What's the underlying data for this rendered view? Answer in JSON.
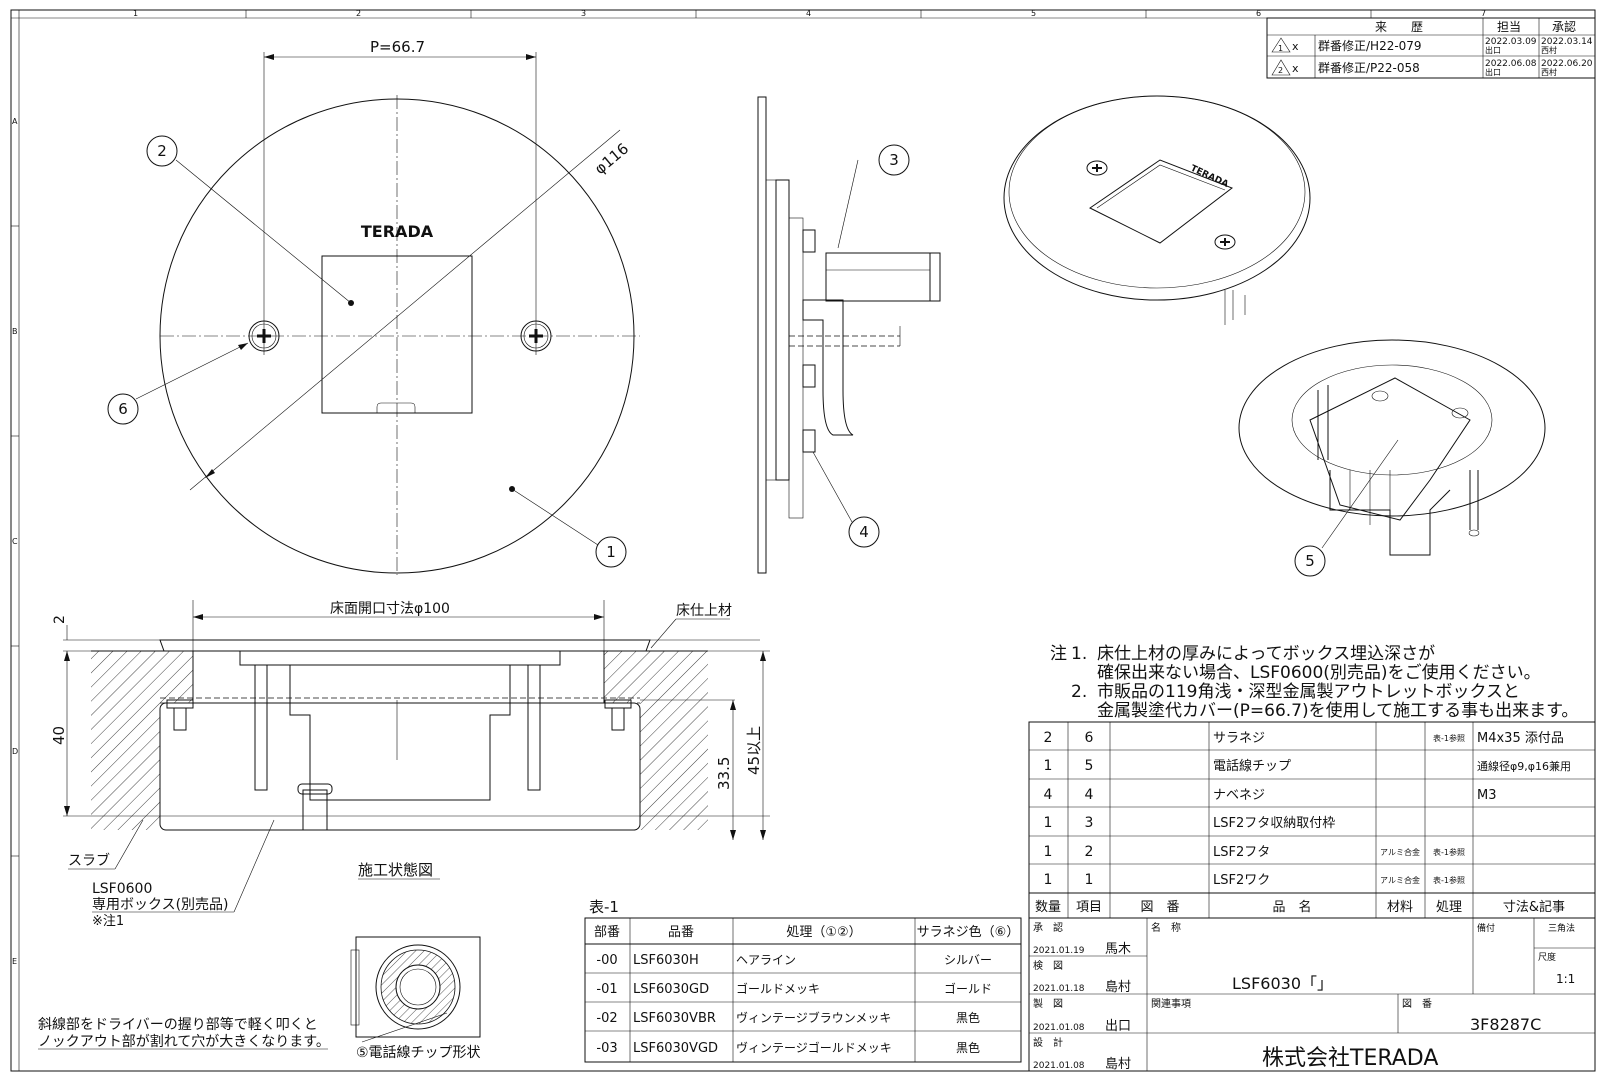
{
  "frame": {
    "col_numbers": [
      "1",
      "2",
      "3",
      "4",
      "5",
      "6",
      "7"
    ],
    "row_letters": [
      "A",
      "B",
      "C",
      "D",
      "E"
    ]
  },
  "revision": {
    "header": {
      "history": "来　　歴",
      "person": "担当",
      "approval": "承認"
    },
    "rows": [
      {
        "mark": "1",
        "x": "x",
        "text": "群番修正/H22-079",
        "d1": "2022.03.09",
        "p1": "出口",
        "d2": "2022.03.14",
        "p2": "西村"
      },
      {
        "mark": "2",
        "x": "x",
        "text": "群番修正/P22-058",
        "d1": "2022.06.08",
        "p1": "出口",
        "d2": "2022.06.20",
        "p2": "西村"
      }
    ]
  },
  "plan_view": {
    "pitch": "P=66.7",
    "diameter": "φ116",
    "brand": "TERADA",
    "balloons": [
      "2",
      "6",
      "1"
    ]
  },
  "side_view": {
    "balloons": [
      "3",
      "4"
    ]
  },
  "iso_views": {
    "brand": "TERADA",
    "balloon": "5"
  },
  "section_view": {
    "opening": "床面開口寸法φ100",
    "floor_finish": "床仕上材",
    "dim_2": "2",
    "dim_40": "40",
    "dim_335": "33.5",
    "dim_45": "45以上",
    "slab": "スラブ",
    "box_line1": "LSF0600",
    "box_line2": "専用ボックス(別売品)",
    "box_line3": "※注1",
    "caption": "施工状態図"
  },
  "notes": {
    "prefix": "注",
    "items": [
      {
        "num": "1.",
        "lines": [
          "床仕上材の厚みによってボックス埋込深さが",
          "確保出来ない場合、LSF0600(別売品)をご使用ください。"
        ]
      },
      {
        "num": "2.",
        "lines": [
          "市販品の119角浅・深型金属製アウトレットボックスと",
          "金属製塗代カバー(P=66.7)を使用して施工する事も出来ます。"
        ]
      }
    ]
  },
  "knockout": {
    "line1": "斜線部をドライバーの握り部等で軽く叩くと",
    "line2": "ノックアウト部が割れて穴が大きくなります。",
    "caption": "⑤電話線チップ形状"
  },
  "table1": {
    "title": "表-1",
    "headers": [
      "部番",
      "品番",
      "処理（①②）",
      "サラネジ色（⑥）"
    ],
    "rows": [
      [
        "-00",
        "LSF6030H",
        "ヘアライン",
        "シルバー"
      ],
      [
        "-01",
        "LSF6030GD",
        "ゴールドメッキ",
        "ゴールド"
      ],
      [
        "-02",
        "LSF6030VBR",
        "ヴィンテージブラウンメッキ",
        "黒色"
      ],
      [
        "-03",
        "LSF6030VGD",
        "ヴィンテージゴールドメッキ",
        "黒色"
      ]
    ]
  },
  "parts": {
    "headers": [
      "数量",
      "項目",
      "図　番",
      "品　名",
      "材料",
      "処理",
      "寸法&記事"
    ],
    "rows": [
      [
        "2",
        "6",
        "",
        "サラネジ",
        "",
        "表-1参照",
        "M4x35 添付品"
      ],
      [
        "1",
        "5",
        "",
        "電話線チップ",
        "",
        "",
        "通線径φ9,φ16兼用"
      ],
      [
        "4",
        "4",
        "",
        "ナベネジ",
        "",
        "",
        "M3"
      ],
      [
        "1",
        "3",
        "",
        "LSF2フタ収納取付枠",
        "",
        "",
        ""
      ],
      [
        "1",
        "2",
        "",
        "LSF2フタ",
        "アルミ合金",
        "表-1参照",
        ""
      ],
      [
        "1",
        "1",
        "",
        "LSF2ワク",
        "アルミ合金",
        "表-1参照",
        ""
      ]
    ]
  },
  "title_block": {
    "approve": "承　認",
    "approve_date": "2021.01.19",
    "approve_name": "馬木",
    "check": "検　図",
    "check_date": "2021.01.18",
    "check_name": "島村",
    "draw": "製　図",
    "draw_date": "2021.01.08",
    "draw_name": "出口",
    "design": "設　計",
    "design_date": "2021.01.08",
    "design_name": "島村",
    "name_label": "名　称",
    "name": "LSF6030「」",
    "related": "関連事項",
    "dwg_label": "図　番",
    "dwg_no": "3F8287C",
    "attach": "備付",
    "projection": "三角法",
    "scale_label": "尺度",
    "scale": "1:1",
    "company": "株式会社TERADA"
  }
}
